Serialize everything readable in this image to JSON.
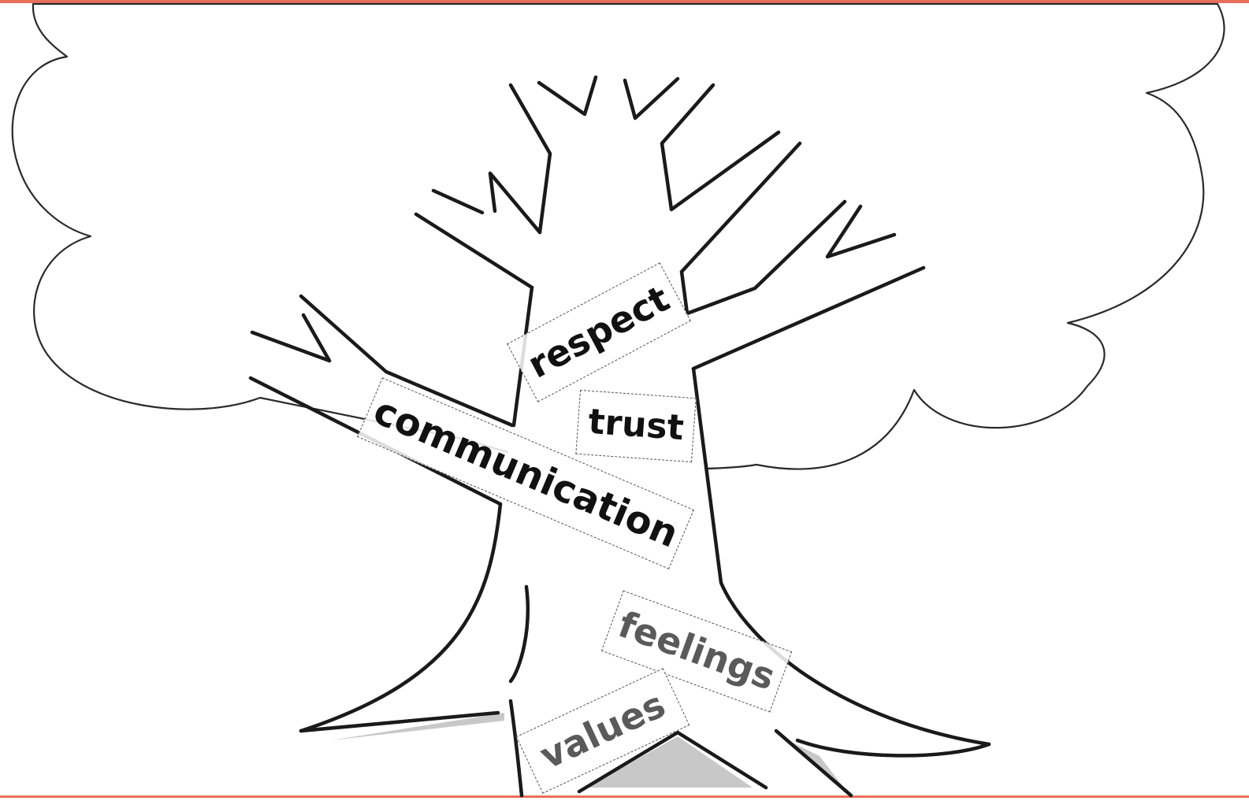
{
  "colors": {
    "frame": "#e8705a",
    "outline": "#1a1a1a",
    "tag_border": "#555555",
    "text_dark": "#111111",
    "text_grey": "#5a5a5a"
  },
  "tags": {
    "respect": "respect",
    "trust": "trust",
    "communication": "communication",
    "feelings": "feelings",
    "values": "values"
  }
}
